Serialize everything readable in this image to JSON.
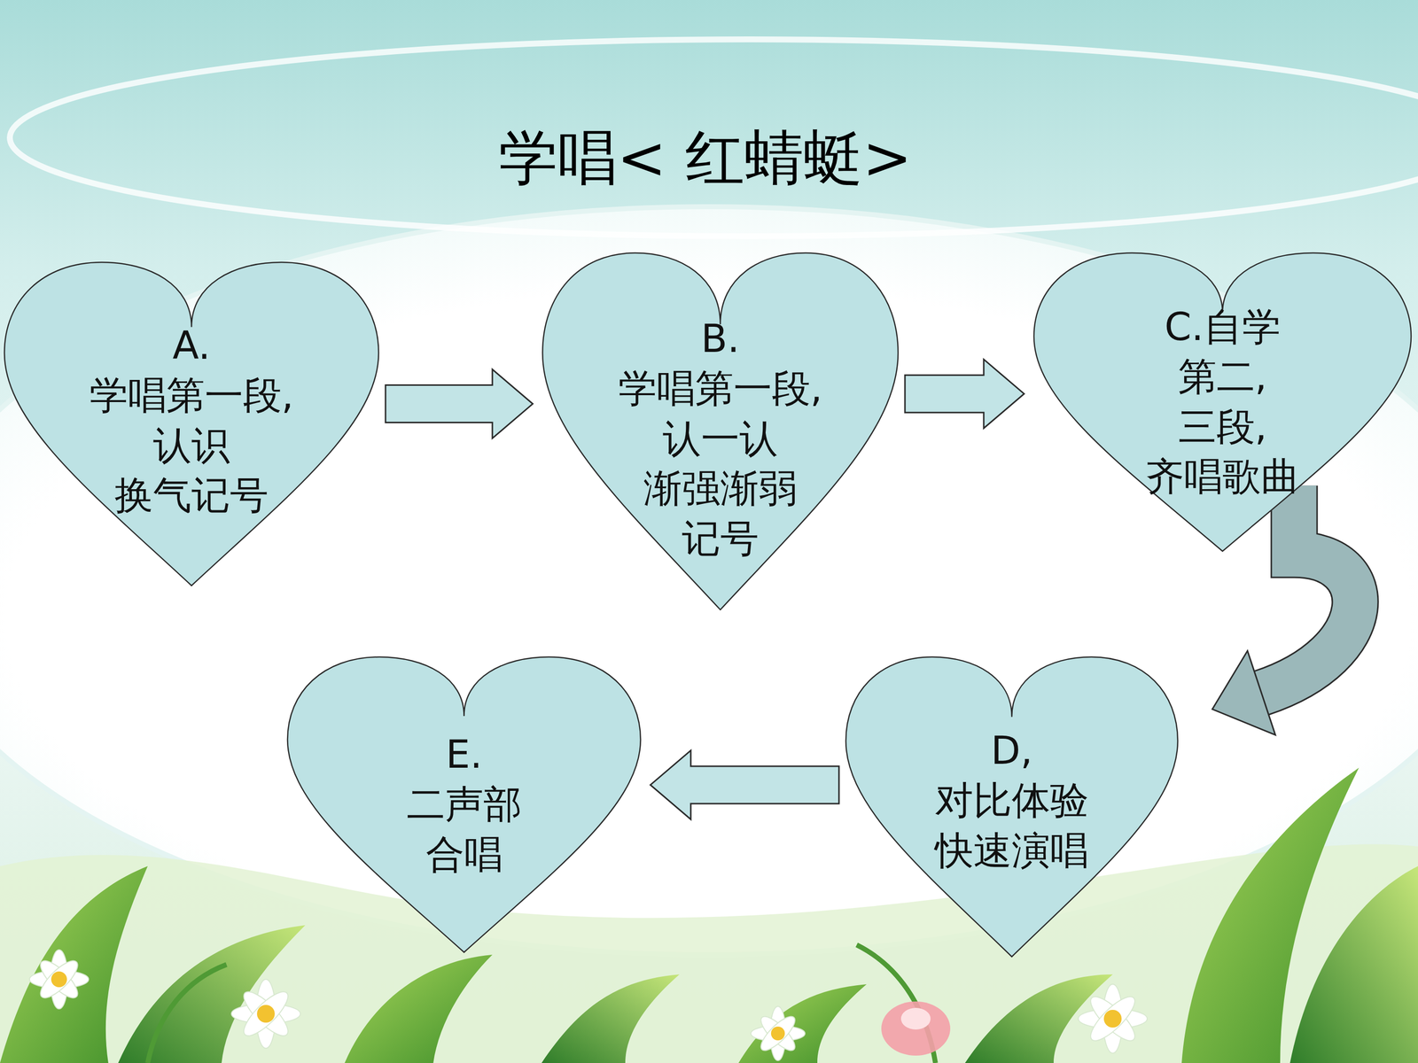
{
  "diagram": {
    "title": "学唱< 红蜻蜓>",
    "nodes": [
      {
        "text": [
          "A.学唱第一段, 认识 换气记号"
        ]
      },
      {
        "text": [
          "B.学唱第一段, 认一认 渐强渐弱 记号"
        ]
      },
      {
        "text": [
          "C.自学 第二,三段, 齐唱歌曲"
        ]
      },
      {
        "text": [
          "D,对比体验 快速演唱"
        ]
      },
      {
        "text": [
          "E.二声部 合唱"
        ]
      }
    ],
    "edges": [
      {
        "from": 0,
        "to": 1,
        "arrow": "to"
      },
      {
        "from": 1,
        "to": 2,
        "arrow": "to"
      },
      {
        "from": 2,
        "to": 3,
        "arrow": "to"
      },
      {
        "from": 3,
        "to": 4,
        "arrow": "to"
      }
    ]
  }
}
